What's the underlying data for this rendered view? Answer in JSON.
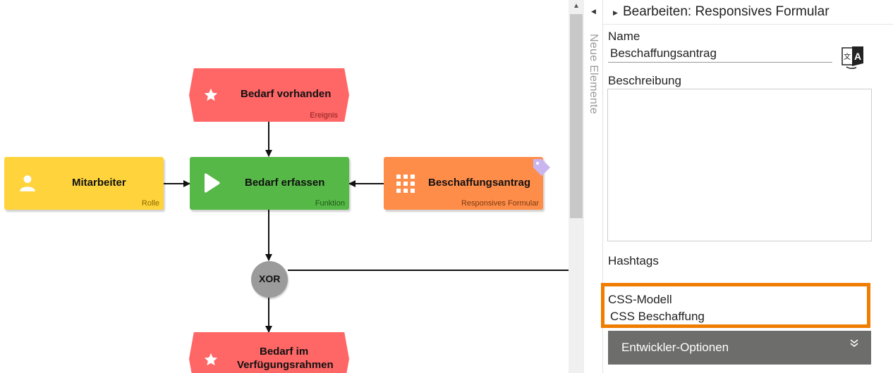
{
  "canvas": {
    "nodes": {
      "bedarf_vorhanden": {
        "title": "Bedarf vorhanden",
        "type": "Ereignis",
        "color": "#ff6666"
      },
      "mitarbeiter": {
        "title": "Mitarbeiter",
        "type": "Rolle",
        "color": "#fed33b"
      },
      "bedarf_erfassen": {
        "title": "Bedarf erfassen",
        "type": "Funktion",
        "color": "#56b847"
      },
      "beschaffungsantrag": {
        "title": "Beschaffungsantrag",
        "type": "Responsives Formular",
        "color": "#ff8d4a"
      },
      "xor": {
        "title": "XOR",
        "color": "#9b9b9b"
      },
      "bedarf_im": {
        "title_line1": "Bedarf im",
        "title_line2": "Verfügungsrahmen",
        "color": "#ff6666"
      }
    },
    "icons": [
      "star-icon",
      "user-icon",
      "play-icon",
      "grid-icon",
      "tag-icon"
    ]
  },
  "sidebar": {
    "collapsed_label": "Neue Elemente"
  },
  "panel": {
    "title": "Bearbeiten: Responsives Formular",
    "name_label": "Name",
    "name_value": "Beschaffungsantrag",
    "beschreibung_label": "Beschreibung",
    "beschreibung_value": "",
    "hashtags_label": "Hashtags",
    "css_label": "CSS-Modell",
    "css_value": "CSS Beschaffung",
    "dev_options_label": "Entwickler-Optionen",
    "highlight_color": "#f07d00"
  }
}
